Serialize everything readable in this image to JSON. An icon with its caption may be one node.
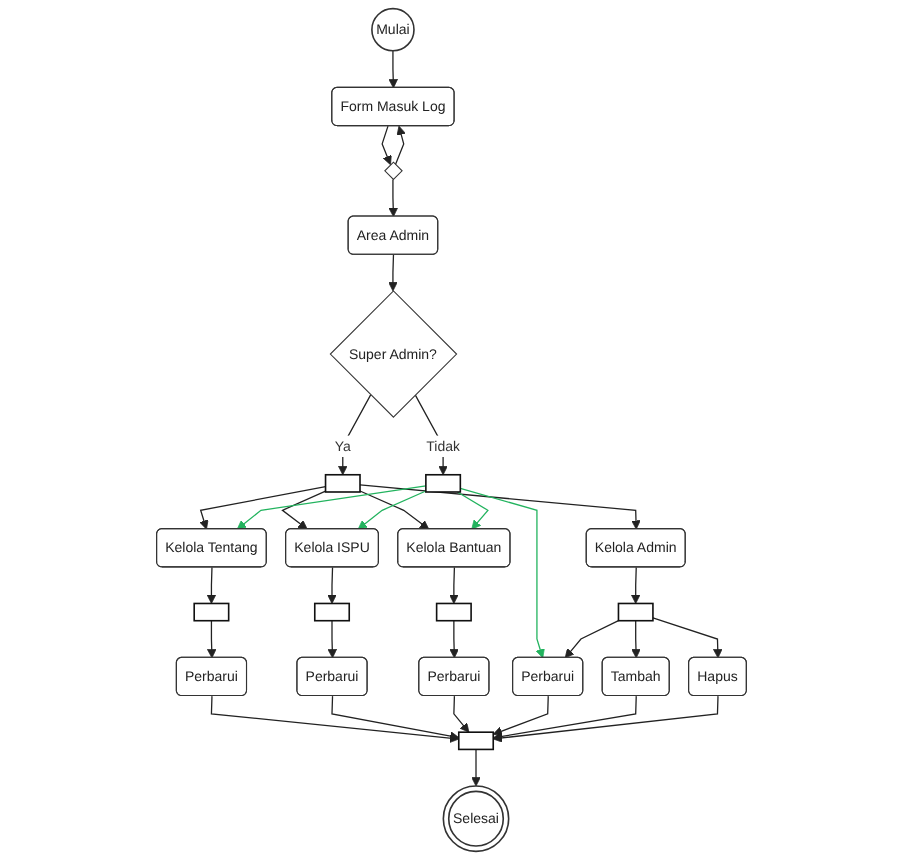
{
  "diagram": {
    "nodes": [
      {
        "text": [
          "Mulai"
        ]
      },
      {
        "text": [
          "Form Masuk Log"
        ]
      },
      {
        "text": [],
        "shape": "diamond"
      },
      {
        "text": [
          "Area Admin"
        ]
      },
      {
        "text": [
          "Super Admin?"
        ]
      },
      {
        "text": [],
        "shape": "bar"
      },
      {
        "text": [],
        "shape": "bar"
      },
      {
        "text": [
          "Kelola Tentang"
        ]
      },
      {
        "text": [
          "Kelola ISPU"
        ]
      },
      {
        "text": [
          "Kelola Bantuan"
        ]
      },
      {
        "text": [
          "Kelola Admin"
        ]
      },
      {
        "text": [],
        "shape": "bar"
      },
      {
        "text": [],
        "shape": "bar"
      },
      {
        "text": [],
        "shape": "bar"
      },
      {
        "text": [],
        "shape": "bar"
      },
      {
        "text": [
          "Perbarui"
        ]
      },
      {
        "text": [
          "Perbarui"
        ]
      },
      {
        "text": [
          "Perbarui"
        ]
      },
      {
        "text": [
          "Perbarui"
        ]
      },
      {
        "text": [
          "Tambah"
        ]
      },
      {
        "text": [
          "Hapus"
        ]
      },
      {
        "text": [],
        "shape": "bar"
      },
      {
        "text": [
          "Selesai"
        ]
      }
    ],
    "edges": [
      {
        "from": 0,
        "to": 1,
        "arrow": "to"
      },
      {
        "from": 1,
        "to": 2,
        "arrow": "to"
      },
      {
        "from": 2,
        "to": 1,
        "arrow": "to"
      },
      {
        "from": 2,
        "to": 3,
        "arrow": "to"
      },
      {
        "from": 3,
        "to": 4,
        "arrow": "to"
      },
      {
        "from": 4,
        "to": 5,
        "label": "Ya",
        "arrow": "to"
      },
      {
        "from": 4,
        "to": 6,
        "label": "Tidak",
        "arrow": "to"
      },
      {
        "from": 5,
        "to": 7,
        "arrow": "to"
      },
      {
        "from": 5,
        "to": 8,
        "arrow": "to"
      },
      {
        "from": 5,
        "to": 9,
        "arrow": "to"
      },
      {
        "from": 5,
        "to": 10,
        "arrow": "to"
      },
      {
        "from": 6,
        "to": 7,
        "arrow": "to",
        "color": "#22b35e"
      },
      {
        "from": 6,
        "to": 8,
        "arrow": "to",
        "color": "#22b35e"
      },
      {
        "from": 6,
        "to": 9,
        "arrow": "to",
        "color": "#22b35e"
      },
      {
        "from": 6,
        "to": 18,
        "arrow": "to",
        "color": "#22b35e"
      },
      {
        "from": 7,
        "to": 11,
        "arrow": "to"
      },
      {
        "from": 8,
        "to": 12,
        "arrow": "to"
      },
      {
        "from": 9,
        "to": 13,
        "arrow": "to"
      },
      {
        "from": 10,
        "to": 14,
        "arrow": "to"
      },
      {
        "from": 11,
        "to": 15,
        "arrow": "to"
      },
      {
        "from": 12,
        "to": 16,
        "arrow": "to"
      },
      {
        "from": 13,
        "to": 17,
        "arrow": "to"
      },
      {
        "from": 14,
        "to": 18,
        "arrow": "to"
      },
      {
        "from": 14,
        "to": 19,
        "arrow": "to"
      },
      {
        "from": 14,
        "to": 20,
        "arrow": "to"
      },
      {
        "from": 15,
        "to": 21,
        "arrow": "to"
      },
      {
        "from": 16,
        "to": 21,
        "arrow": "to"
      },
      {
        "from": 17,
        "to": 21,
        "arrow": "to"
      },
      {
        "from": 18,
        "to": 21,
        "arrow": "to"
      },
      {
        "from": 19,
        "to": 21,
        "arrow": "to"
      },
      {
        "from": 20,
        "to": 21,
        "arrow": "to"
      },
      {
        "from": 21,
        "to": 22,
        "arrow": "to"
      }
    ]
  }
}
